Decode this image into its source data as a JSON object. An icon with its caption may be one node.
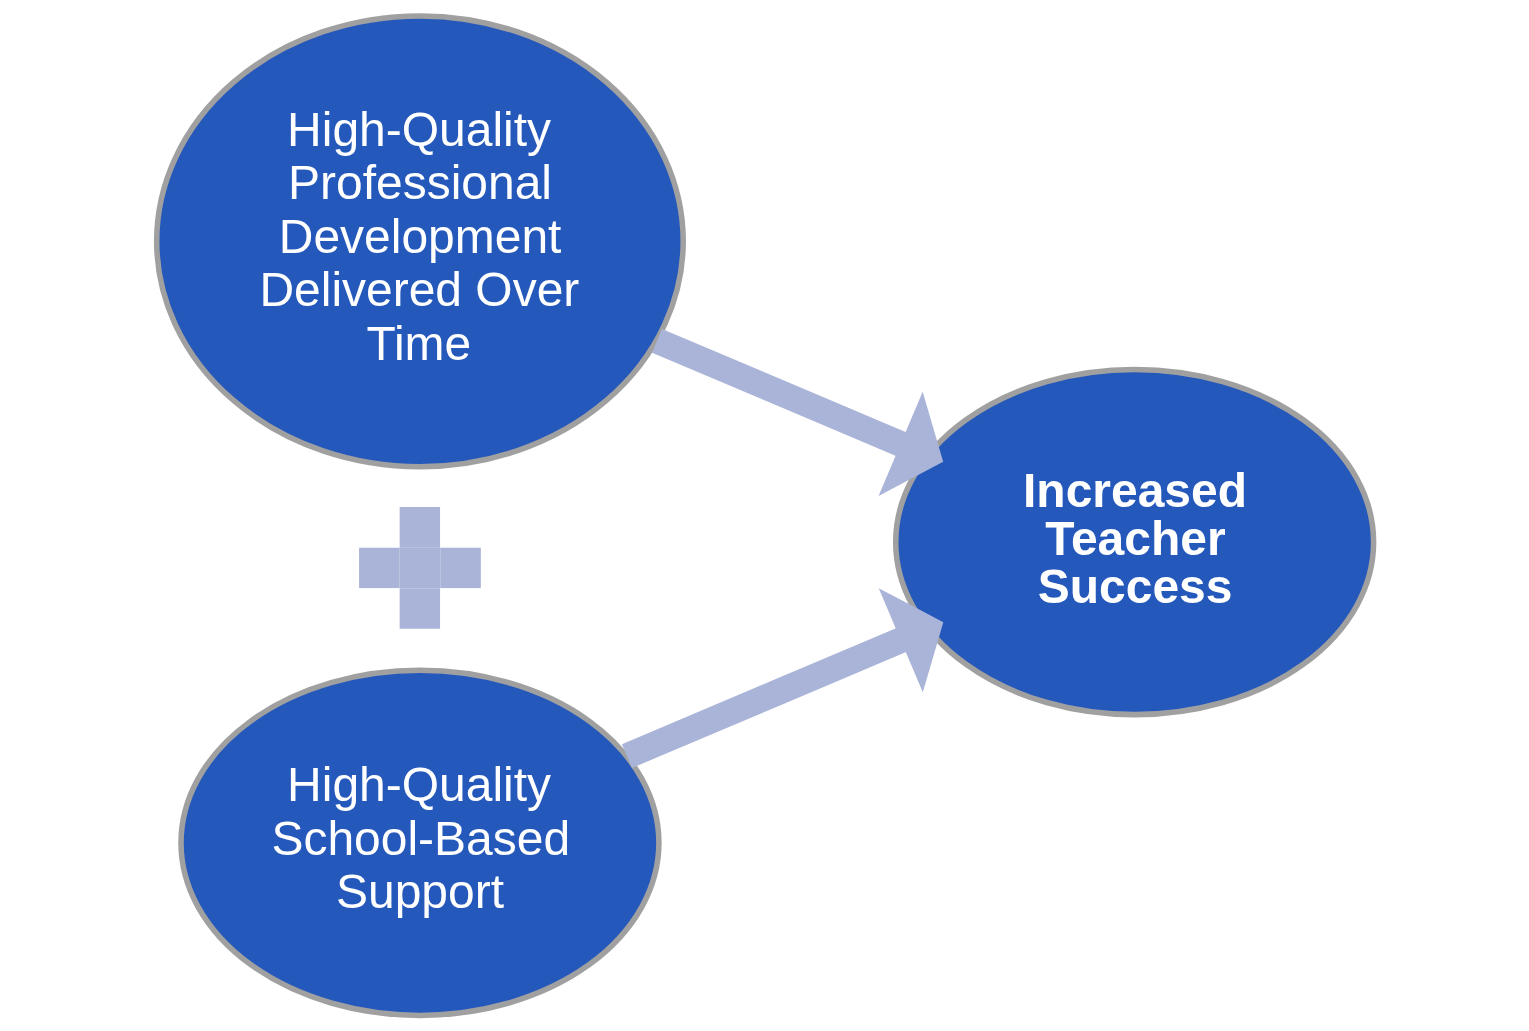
{
  "diagram": {
    "nodes": [
      {
        "text": [
          "High-Quality Professional Development Delivered Over Time"
        ]
      },
      {
        "text": [],
        "shape": "plus"
      },
      {
        "text": [
          "High-Quality School-Based Support"
        ]
      },
      {
        "text": [
          "Increased Teacher Success"
        ]
      }
    ],
    "edges": [
      {
        "from": 0,
        "to": 3,
        "arrow": "to"
      },
      {
        "from": 2,
        "to": 3,
        "arrow": "to"
      }
    ]
  }
}
